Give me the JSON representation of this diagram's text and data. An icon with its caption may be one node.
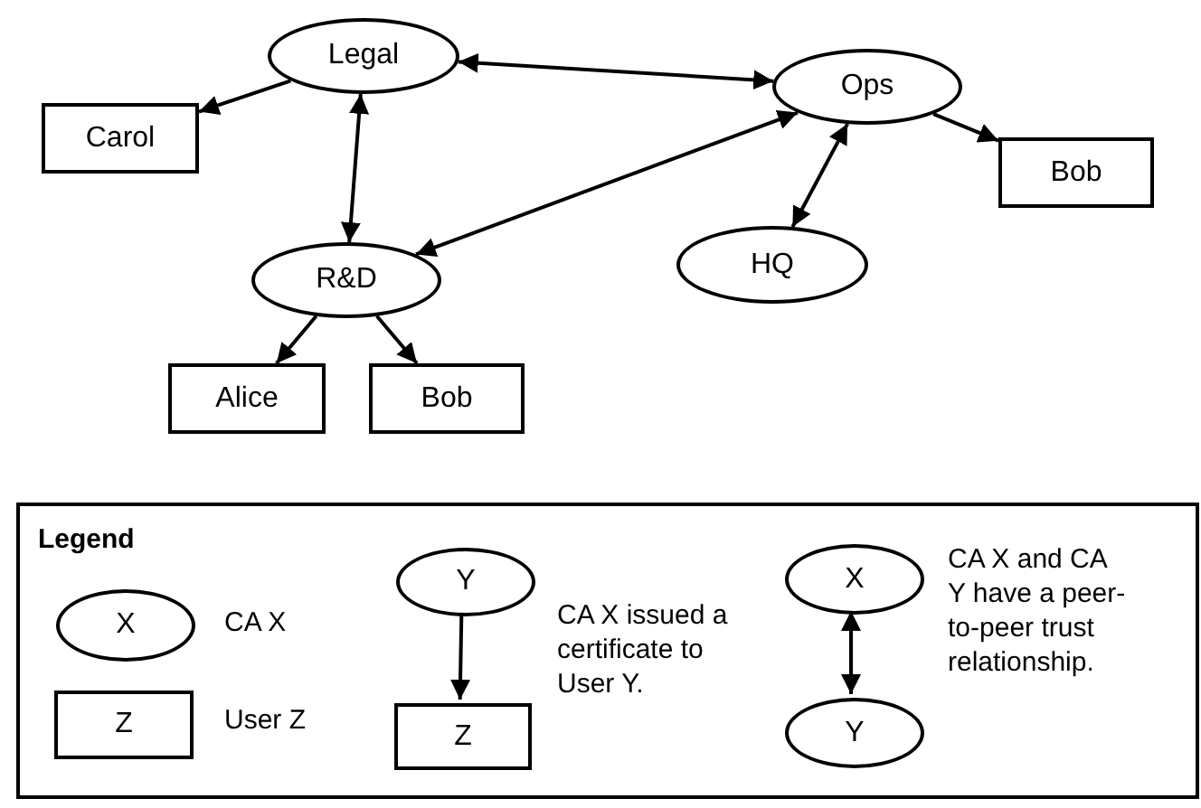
{
  "diagram": {
    "nodes": [
      {
        "text": [
          "Legal"
        ]
      },
      {
        "text": [
          "Ops"
        ]
      },
      {
        "text": [
          "Carol"
        ]
      },
      {
        "text": [
          "Bob"
        ]
      },
      {
        "text": [
          "R&D"
        ]
      },
      {
        "text": [
          "HQ"
        ]
      },
      {
        "text": [
          "Alice"
        ]
      },
      {
        "text": [
          "Bob"
        ]
      },
      {
        "text": [
          "Legend"
        ]
      },
      {
        "text": [
          "X"
        ],
        "in": 8,
        "beside": [
          "CA X"
        ]
      },
      {
        "text": [
          "Z"
        ],
        "in": 8,
        "beside": [
          "User Z"
        ]
      },
      {
        "text": [
          "Y"
        ],
        "in": 8
      },
      {
        "text": [
          "Z"
        ],
        "in": 8
      },
      {
        "text": [
          "X"
        ],
        "in": 8
      },
      {
        "text": [
          "Y"
        ],
        "in": 8
      }
    ],
    "edges": [
      {
        "from": 0,
        "to": 2,
        "arrow": "to"
      },
      {
        "from": 0,
        "to": 1,
        "arrow": "both"
      },
      {
        "from": 0,
        "to": 4,
        "arrow": "both"
      },
      {
        "from": 1,
        "to": 4,
        "arrow": "both"
      },
      {
        "from": 1,
        "to": 3,
        "arrow": "to"
      },
      {
        "from": 1,
        "to": 5,
        "arrow": "both"
      },
      {
        "from": 4,
        "to": 6,
        "arrow": "to"
      },
      {
        "from": 4,
        "to": 7,
        "arrow": "to"
      },
      {
        "from": 11,
        "to": 12,
        "arrow": "to"
      },
      {
        "from": 13,
        "to": 14,
        "arrow": "both"
      }
    ],
    "labels": [
      "CA X issued a certificate to User Y.",
      "CA X and CA Y have a peer-to-peer trust relationship."
    ]
  }
}
